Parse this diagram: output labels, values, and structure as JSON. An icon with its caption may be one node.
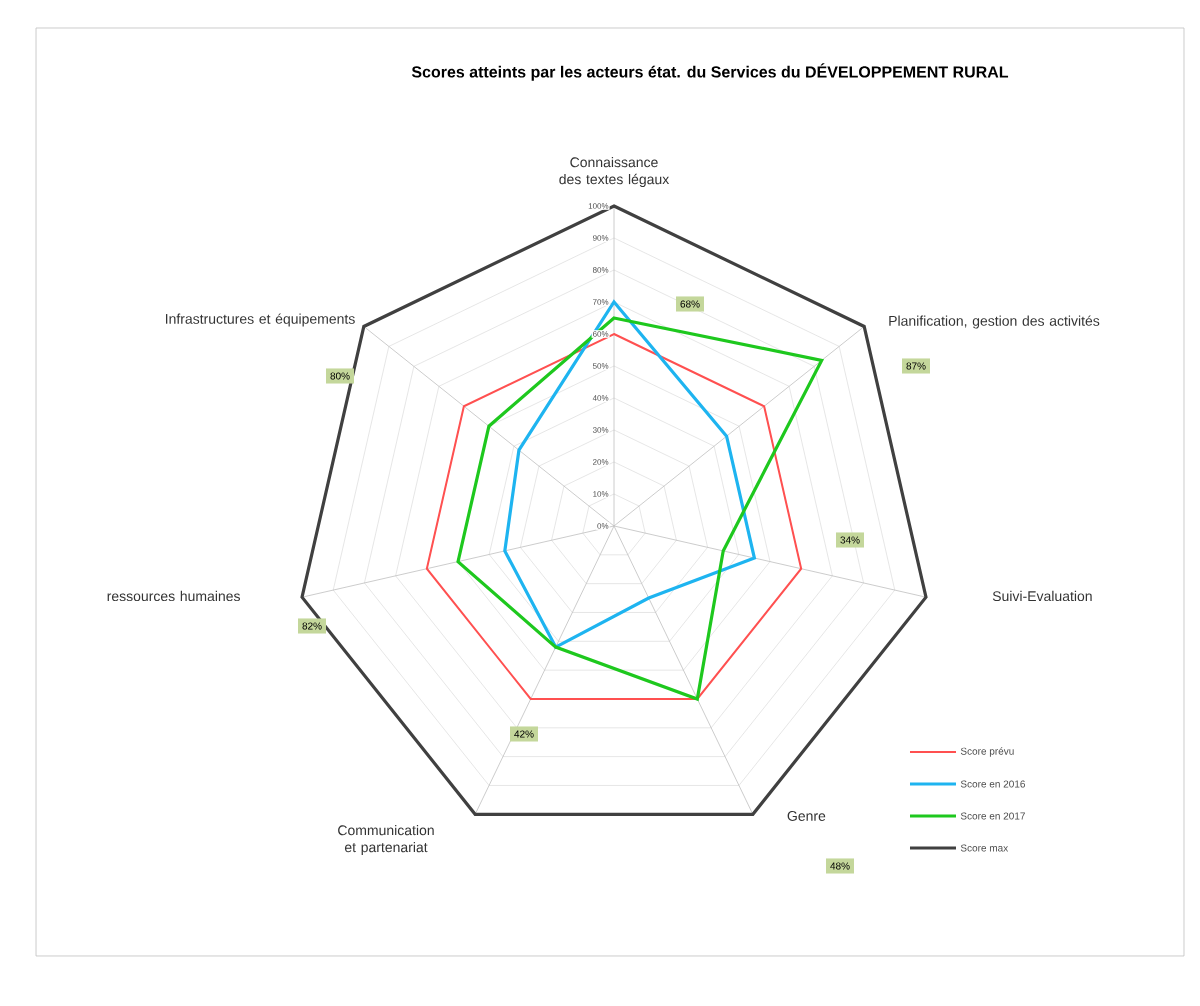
{
  "diagram": {
    "title": "Scores atteints par  les acteurs état. du Services du DÉVELOPPEMENT RURAL",
    "labels": [
      "Connaissance des textes légaux",
      "100%",
      "90%",
      "80%",
      "70%",
      "60%",
      "50%",
      "40%",
      "30%",
      "20%",
      "10%",
      "0%",
      "68%",
      "Infrastructures et équipements",
      "Planification, gestion des activités",
      "87%",
      "80%",
      "34%",
      "ressources humaines",
      "Suivi-Evaluation",
      "82%",
      "42%",
      "Genre",
      "Communication et partenariat",
      "48%"
    ],
    "legend": [
      {
        "text": "Score prévu"
      },
      {
        "text": "Score en 2016"
      },
      {
        "text": "Score en 2017"
      },
      {
        "text": "Score max"
      }
    ]
  }
}
